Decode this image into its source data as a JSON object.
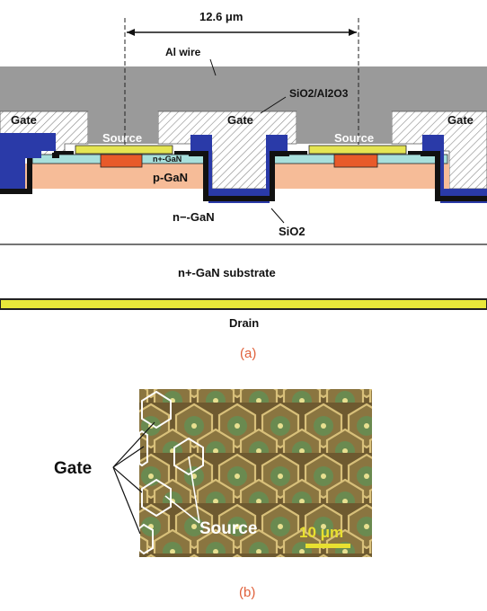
{
  "figure_a": {
    "dimension_label": "12.6 μm",
    "al_wire_label": "Al wire",
    "sio2_al2o3_label": "SiO2/Al2O3",
    "gate_label": "Gate",
    "source_label": "Source",
    "nplus_gan_label": "n+-GaN",
    "p_gan_label": "p-GaN",
    "nminus_gan_label": "n−-GaN",
    "sio2_label": "SiO2",
    "substrate_label": "n+-GaN substrate",
    "drain_label": "Drain",
    "caption": "(a)",
    "colors": {
      "al_wire": "#9a9a9a",
      "gate_blue": "#2a3aa8",
      "p_gan": "#f6bc98",
      "nplus_layer": "#a8e0dc",
      "source_contact": "#e5e552",
      "red_region": "#e85a2a",
      "drain_yellow": "#e8e83a",
      "caption_orange": "#e0603a"
    }
  },
  "figure_b": {
    "gate_label": "Gate",
    "source_label": "Source",
    "scale_label": "10 μm",
    "caption": "(b)",
    "colors": {
      "scale_bar": "#e8e030",
      "micrograph_base": "#6e5a30"
    }
  }
}
